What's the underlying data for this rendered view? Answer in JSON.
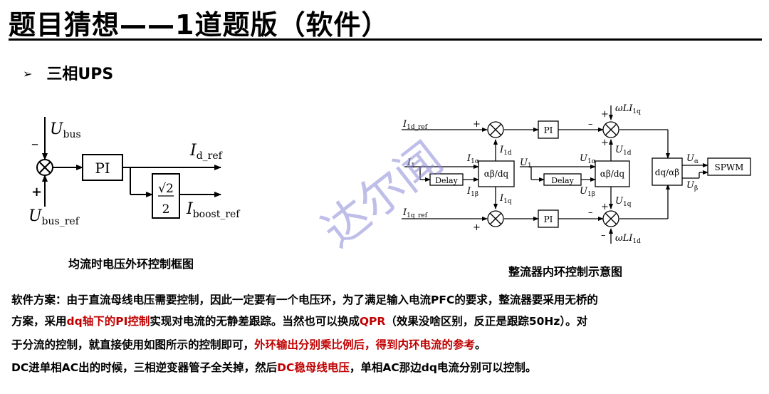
{
  "title": "题目猜想——1道题版（软件）",
  "bullet": {
    "arrow": "➢",
    "text": "三相UPS"
  },
  "left_diagram": {
    "ubus": "U",
    "ubus_sub": "bus",
    "ubus_ref": "U",
    "ubus_ref_sub": "bus_ref",
    "minus": "–",
    "plus": "+",
    "pi": "PI",
    "id_ref": "I",
    "id_ref_sub": "d_ref",
    "sqrt2": "√2",
    "two": "2",
    "iboost_ref": "I",
    "iboost_ref_sub": "boost_ref",
    "caption": "均流时电压外环控制框图"
  },
  "right_diagram": {
    "i1d_ref": "I",
    "i1d_ref_sub": "1d_ref",
    "i1q_ref": "I",
    "i1q_ref_sub": "1q_ref",
    "i1": "I",
    "i1_sub": "1",
    "u1": "U",
    "u1_sub": "1",
    "delay": "Delay",
    "abdq": "αβ/dq",
    "dqab": "dq/αβ",
    "pi": "PI",
    "spwm": "SPWM",
    "i1a": "I",
    "i1a_sub": "1α",
    "i1b": "I",
    "i1b_sub": "1β",
    "i1d": "I",
    "i1d_sub": "1d",
    "i1q": "I",
    "i1q_sub": "1q",
    "u1a": "U",
    "u1a_sub": "1α",
    "u1b": "U",
    "u1b_sub": "1β",
    "u1d": "U",
    "u1d_sub": "1d",
    "u1q": "U",
    "u1q_sub": "1q",
    "ua": "U",
    "ua_sub": "α",
    "ub": "U",
    "ub_sub": "β",
    "wli1q": "ωLI",
    "wli1q_sub": "1q",
    "wli1d": "ωLI",
    "wli1d_sub": "1d",
    "plus": "+",
    "minus": "–",
    "caption": "整流器内环控制示意图"
  },
  "watermark": "达尔闻",
  "paragraph": {
    "l1": "软件方案：由于直流母线电压需要控制，因此一定要有一个电压环，为了满足输入电流PFC的要求，整流器要采用无桥的",
    "l2a": "方案，采用",
    "l2b": "dq轴下的PI控制",
    "l2c": "实现对电流的无静差跟踪。当然也可以换成",
    "l2d": "QPR",
    "l2e": "（效果没啥区别，反正是跟踪50Hz）。对",
    "l3a": "于分流的控制，就直接使用如图所示的控制即可，",
    "l3b": "外环输出分别乘比例后，得到内环电流的参考",
    "l3c": "。",
    "l4a": "DC进单相AC出的时候，三相逆变器管子全关掉，然后",
    "l4b": "DC稳母线电压",
    "l4c": "，单相AC那边dq电流分别可以控制。"
  }
}
